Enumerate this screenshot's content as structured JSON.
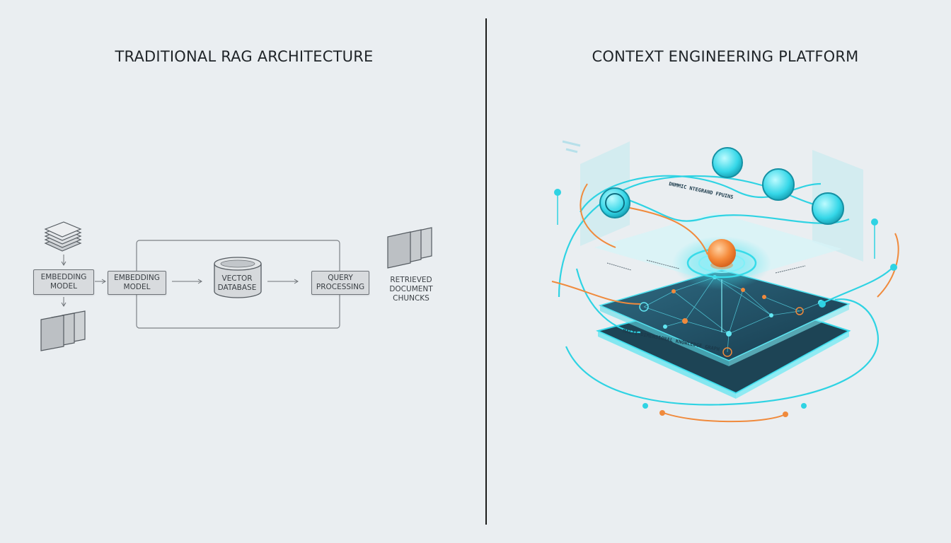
{
  "left_panel": {
    "title": "TRADITIONAL RAG ARCHITECTURE",
    "nodes": {
      "embedding_model_1": [
        "EMBEDDING",
        "MODEL"
      ],
      "embedding_model_2": [
        "EMBEDDING",
        "MODEL"
      ],
      "vector_database": [
        "VECTOR",
        "DATABASE"
      ],
      "query_processing": [
        "QUERY",
        "PROCESSING"
      ],
      "retrieved_chunks": [
        "RETRIEVED",
        "DOCUMENT",
        "CHUNCKS"
      ]
    }
  },
  "right_panel": {
    "title": "CONTEXT ENGINEERING PLATFORM",
    "labels": {
      "flow_label": "DNMMIC NTEGRAND FPUINS",
      "layer_label": "MALTI-DIMENSIONAL KNOWLEDGE GRAPH"
    }
  },
  "colors": {
    "background": "#eaeef1",
    "accent_cyan": "#22d3e0",
    "accent_orange": "#f08a3c",
    "graph_dark": "#22495c"
  }
}
